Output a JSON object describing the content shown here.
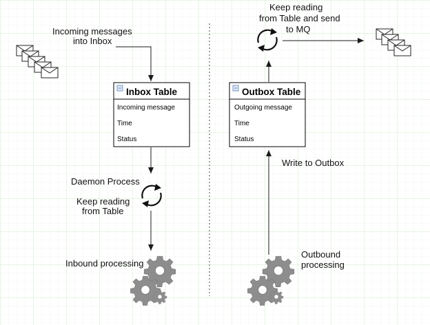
{
  "labels": {
    "incoming": [
      "Incoming messages",
      "into Inbox"
    ],
    "daemon": "Daemon Process",
    "keep_reading_inbox": [
      "Keep reading",
      "from Table"
    ],
    "inbound": "Inbound processing",
    "keep_reading_outbox": [
      "Keep reading",
      "from Table and send",
      "to MQ"
    ],
    "write_outbox": "Write to Outbox",
    "outbound": [
      "Outbound",
      "processing"
    ]
  },
  "inbox_table": {
    "title": "Inbox Table",
    "rows": [
      "Incoming message",
      "Time",
      "Status"
    ]
  },
  "outbox_table": {
    "title": "Outbox Table",
    "rows": [
      "Outgoing message",
      "Time",
      "Status"
    ]
  },
  "colors": {
    "grid": "#cfe8c9",
    "gear": "#8d8d8d",
    "gear_dark": "#6f6f6f",
    "line": "#1a1a1a",
    "table_header_icon": "#5b7fb3"
  },
  "icons": [
    "envelope-stack-icon",
    "refresh-cycle-icon",
    "gears-icon",
    "minimize-icon"
  ]
}
